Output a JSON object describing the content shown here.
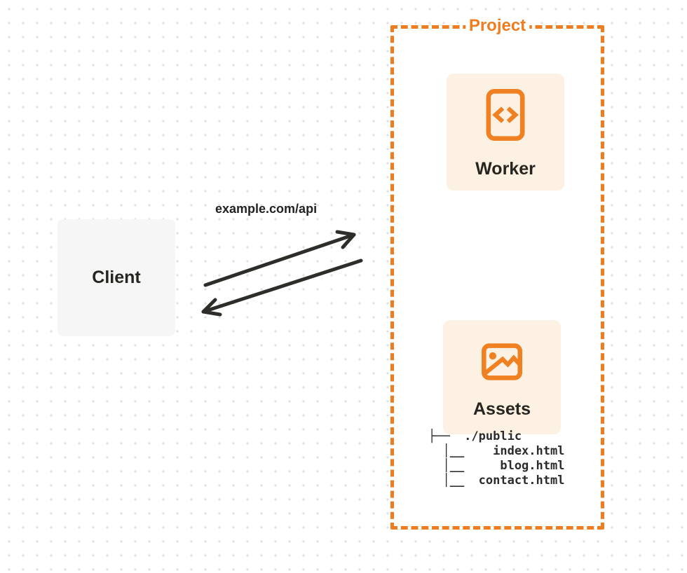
{
  "diagram": {
    "client": {
      "label": "Client"
    },
    "request_label": "example.com/api",
    "project": {
      "label": "Project",
      "worker": {
        "label": "Worker",
        "icon": "code-document-icon"
      },
      "assets": {
        "label": "Assets",
        "icon": "image-icon"
      },
      "file_tree": {
        "lines": [
          "├──  ./public",
          "  │__    index.html",
          "  │__     blog.html",
          "  │__  contact.html"
        ]
      }
    },
    "colors": {
      "accent_orange": "#EE7D22",
      "card_cream": "#FCF1E3",
      "client_gray": "#F6F6F7",
      "arrow_ink": "#2E2D2A",
      "text_ink": "#26251F",
      "dot_grid": "#E0E0E0"
    }
  }
}
